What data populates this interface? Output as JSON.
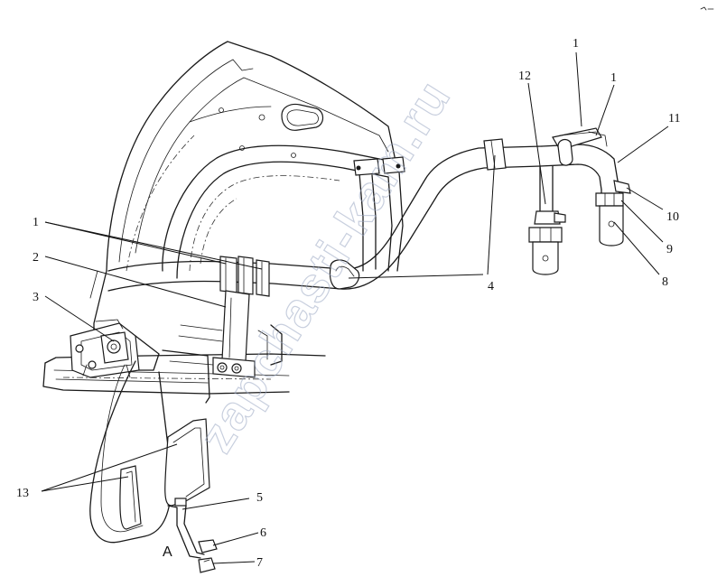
{
  "diagram": {
    "view_label": "A",
    "callouts": [
      {
        "id": "c1a",
        "text": "1"
      },
      {
        "id": "c1b",
        "text": "1"
      },
      {
        "id": "c1c",
        "text": "1"
      },
      {
        "id": "c2",
        "text": "2"
      },
      {
        "id": "c3",
        "text": "3"
      },
      {
        "id": "c4",
        "text": "4"
      },
      {
        "id": "c5",
        "text": "5"
      },
      {
        "id": "c6",
        "text": "6"
      },
      {
        "id": "c7",
        "text": "7"
      },
      {
        "id": "c8",
        "text": "8"
      },
      {
        "id": "c9",
        "text": "9"
      },
      {
        "id": "c10",
        "text": "10"
      },
      {
        "id": "c11",
        "text": "11"
      },
      {
        "id": "c12",
        "text": "12"
      },
      {
        "id": "c13",
        "text": "13"
      }
    ],
    "watermark": "zapchasti-kam.ru"
  }
}
